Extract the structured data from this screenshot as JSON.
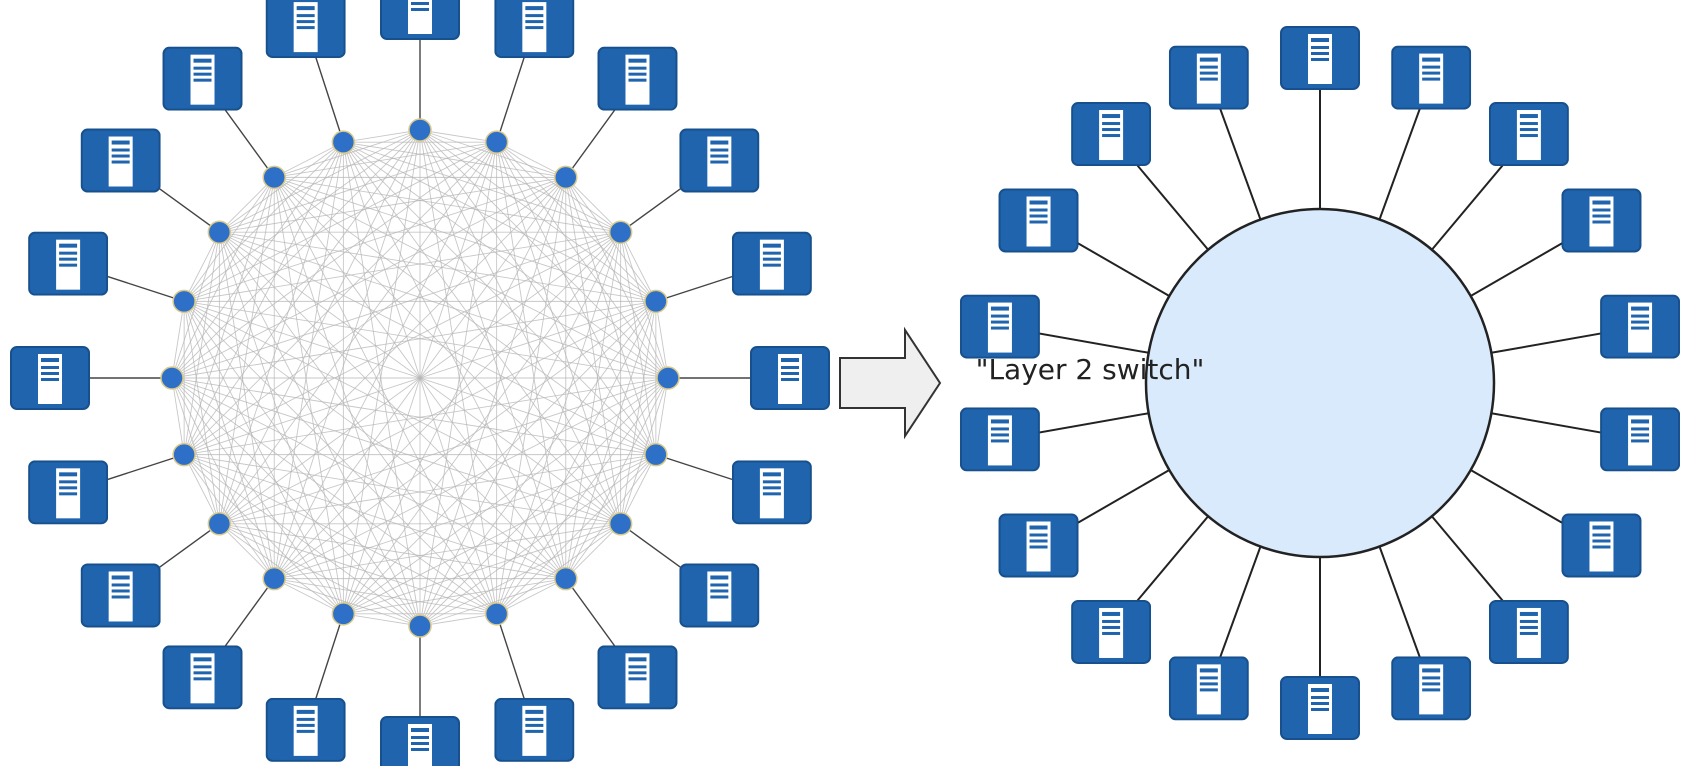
{
  "diagram": {
    "mesh_node_count": 20,
    "star_node_count": 18,
    "switch_label": "\"Layer 2 switch\"",
    "colors": {
      "server_box": "#1f64ad",
      "server_box_border": "#17508d",
      "server_tower": "#ffffff",
      "port_dot": "#2e6fc7",
      "mesh_lines": "#b5b5b5",
      "switch_fill": "#d8eafb",
      "switch_border": "#222222",
      "star_lines": "#222222",
      "arrow_fill": "#efefef",
      "arrow_border": "#333333"
    },
    "icons": {
      "server": "server-icon",
      "transform": "right-arrow-icon"
    }
  }
}
